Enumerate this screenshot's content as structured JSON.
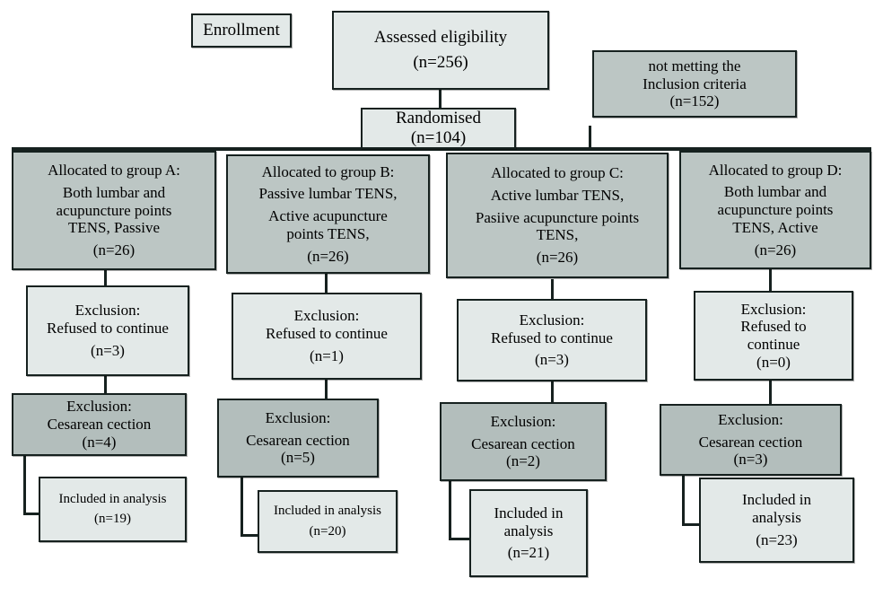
{
  "diagram": {
    "title": "CONSORT participant flow diagram",
    "colors": {
      "box_border": "#16211f",
      "fill_light": "#e3e9e8",
      "fill_mid": "#bcc6c4",
      "fill_dark": "#b3bebc",
      "background": "#ffffff"
    }
  },
  "enrollment_label": {
    "text": "Enrollment"
  },
  "assessed": {
    "line1": "Assessed eligibility",
    "line2": "(n=256)"
  },
  "excluded_top": {
    "line1": "not metting the",
    "line2": "Inclusion criteria",
    "line3": "(n=152)"
  },
  "randomised": {
    "line1": "Randomised",
    "line2": "(n=104)"
  },
  "groups": [
    {
      "id": "A",
      "allocation": {
        "line1": "Allocated to group A:",
        "line2": "Both lumbar and",
        "line3": "acupuncture points",
        "line4": "TENS, Passive",
        "line5": "(n=26)"
      },
      "refused": {
        "line1": "Exclusion:",
        "line2": "Refused to continue",
        "line3": "(n=3)"
      },
      "cesarean": {
        "line1": "Exclusion:",
        "line2": "Cesarean cection",
        "line3": "(n=4)"
      },
      "included": {
        "line1": "Included in  analysis",
        "line2": "(n=19)"
      }
    },
    {
      "id": "B",
      "allocation": {
        "line1": "Allocated to group B:",
        "line2": "Passive lumbar TENS,",
        "line3": "Active acupuncture",
        "line4": "points TENS,",
        "line5": "(n=26)"
      },
      "refused": {
        "line1": "Exclusion:",
        "line2": "Refused to continue",
        "line3": "(n=1)"
      },
      "cesarean": {
        "line1": "Exclusion:",
        "line2": "Cesarean cection",
        "line3": "(n=5)"
      },
      "included": {
        "line1": "Included in  analysis",
        "line2": "(n=20)"
      }
    },
    {
      "id": "C",
      "allocation": {
        "line1": "Allocated to group C:",
        "line2": "Active lumbar TENS,",
        "line3": "Pasiive acupuncture points",
        "line4": "TENS,",
        "line5": "(n=26)"
      },
      "refused": {
        "line1": "Exclusion:",
        "line2": "Refused to continue",
        "line3": "(n=3)"
      },
      "cesarean": {
        "line1": "Exclusion:",
        "line2": "Cesarean cection",
        "line3": "(n=2)"
      },
      "included": {
        "line1": "Included in",
        "line2": "analysis",
        "line3": "(n=21)"
      }
    },
    {
      "id": "D",
      "allocation": {
        "line1": "Allocated to group D:",
        "line2": "Both lumbar and",
        "line3": "acupuncture points",
        "line4": "TENS, Active",
        "line5": "(n=26)"
      },
      "refused": {
        "line1": "Exclusion:",
        "line2": "Refused to",
        "line3": "continue",
        "line4": "(n=0)"
      },
      "cesarean": {
        "line1": "Exclusion:",
        "line2": "Cesarean cection",
        "line3": "(n=3)"
      },
      "included": {
        "line1": "Included in",
        "line2": "analysis",
        "line3": "(n=23)"
      }
    }
  ]
}
